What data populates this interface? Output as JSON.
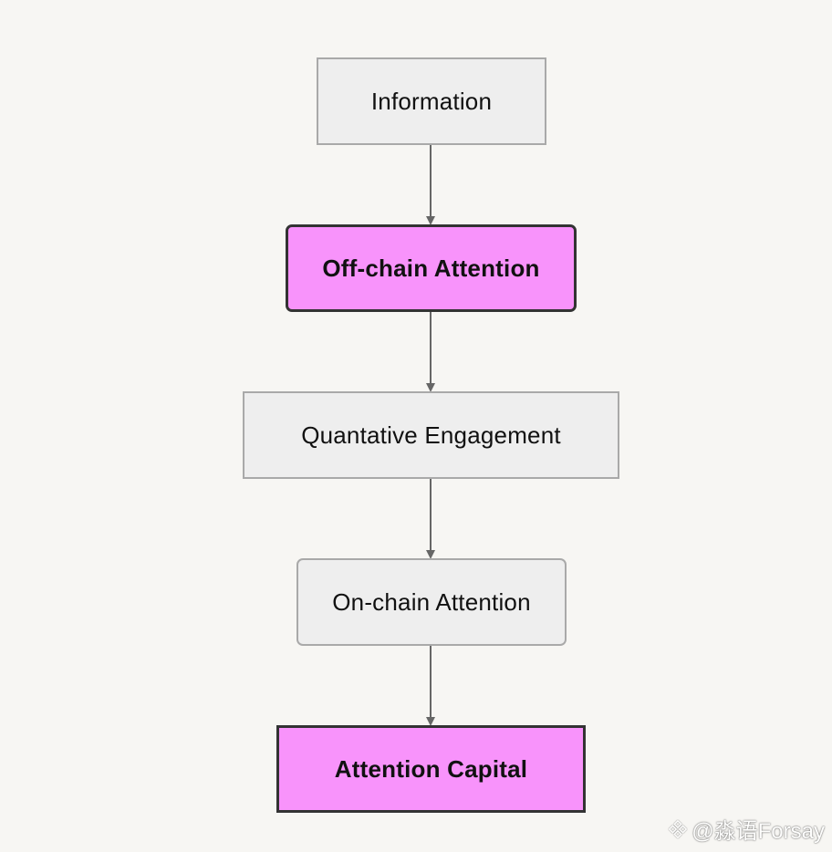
{
  "nodes": {
    "information": "Information",
    "offchain_attention": "Off-chain Attention",
    "quantative_engagement": "Quantative Engagement",
    "onchain_attention": "On-chain Attention",
    "attention_capital": "Attention Capital"
  },
  "watermark": {
    "text": "@淼语Forsay",
    "icon": "binance-diamond-icon"
  },
  "colors": {
    "background": "#f7f6f3",
    "plain_node_fill": "#eeeeee",
    "plain_node_border": "#a9a9a9",
    "highlight_fill": "#f893fb",
    "highlight_border": "#333333",
    "arrow": "#666666"
  }
}
